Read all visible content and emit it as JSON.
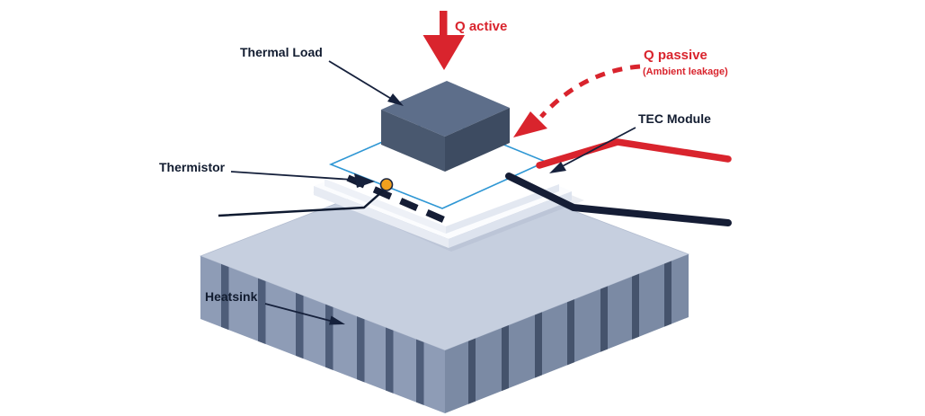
{
  "diagram": {
    "labels": {
      "thermal_load": "Thermal Load",
      "thermistor": "Thermistor",
      "tec_module": "TEC Module",
      "heatsink": "Heatsink",
      "q_active": "Q active",
      "q_passive": "Q passive",
      "q_passive_sub": "(Ambient leakage)"
    },
    "colors": {
      "accent_red": "#d9242d",
      "label_navy": "#121c30",
      "wire_navy": "#151d35",
      "tec_outline_blue": "#2f97d4",
      "thermistor_orange": "#f2a01d",
      "heatsink_top": "#c6cfdf",
      "heatsink_left": "#8e9cb6",
      "heatsink_right": "#7b8aa4",
      "heatsink_fin_left": "#4e5d79",
      "heatsink_fin_right": "#45536c",
      "load_top": "#5d6e8a",
      "load_left": "#49586f",
      "load_right": "#3d4b61",
      "plate_white": "#ffffff"
    }
  }
}
